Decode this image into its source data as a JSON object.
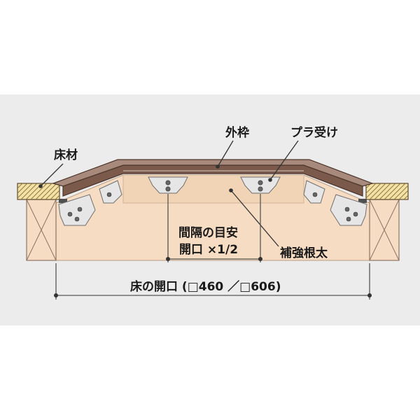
{
  "labels": {
    "floor_material": "床材",
    "outer_frame": "外枠",
    "plastic_support": "プラ受け",
    "reinforcement_joist": "補強根太",
    "spacing_line1": "間隔の目安",
    "spacing_line2": "開口 ×1/2",
    "opening_size": "床の開口 (□460 ／□606)"
  }
}
